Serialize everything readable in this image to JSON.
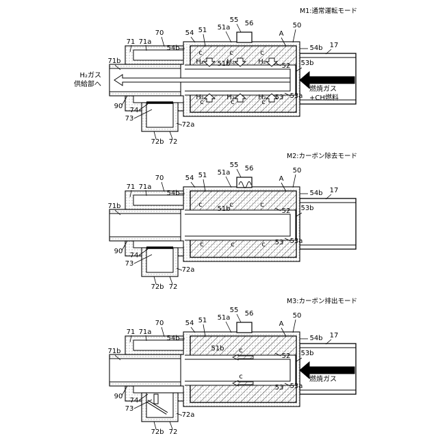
{
  "panels": [
    {
      "mode_title": "M1:通常運転モード",
      "labels": {
        "n55": "55",
        "n56": "56",
        "n51a": "51a",
        "n51": "51",
        "n54": "54",
        "n70": "70",
        "n71": "71",
        "n71a": "71a",
        "n54b_l": "54b",
        "nA": "A",
        "n50": "50",
        "n54b_r": "54b",
        "n17": "17",
        "n71b": "71b",
        "n51b": "51b",
        "n52": "52",
        "n53b": "53b",
        "n53": "53",
        "n53a": "53a",
        "n90": "90",
        "n74": "74",
        "n73": "73",
        "n72a": "72a",
        "n72b": "72b",
        "n72": "72"
      },
      "outlet_label": "H₂ガス\n供給部へ",
      "inlet_label": "燃焼ガス\n+CH燃料",
      "flow": "inflow-and-outflow",
      "internal_marks": "carbon-and-hydrogen-release"
    },
    {
      "mode_title": "M2:カーボン除去モード",
      "labels": {
        "n55": "55",
        "n56": "56",
        "n51a": "51a",
        "n51": "51",
        "n54": "54",
        "n70": "70",
        "n71": "71",
        "n71a": "71a",
        "n54b_l": "54b",
        "nA": "A",
        "n50": "50",
        "n54b_r": "54b",
        "n17": "17",
        "n71b": "71b",
        "n51b": "51b",
        "n52": "52",
        "n53b": "53b",
        "n53": "53",
        "n53a": "53a",
        "n90": "90",
        "n74": "74",
        "n73": "73",
        "n72a": "72a",
        "n72b": "72b",
        "n72": "72"
      },
      "outlet_label": "",
      "inlet_label": "",
      "flow": "none",
      "internal_marks": "carbon-only"
    },
    {
      "mode_title": "M3:カーボン排出モード",
      "labels": {
        "n55": "55",
        "n56": "56",
        "n51a": "51a",
        "n51": "51",
        "n54": "54",
        "n70": "70",
        "n71": "71",
        "n71a": "71a",
        "n54b_l": "54b",
        "nA": "A",
        "n50": "50",
        "n54b_r": "54b",
        "n17": "17",
        "n71b": "71b",
        "n51b": "51b",
        "n52": "52",
        "n53b": "53b",
        "n53": "53",
        "n53a": "53a",
        "n90": "90",
        "n74": "74",
        "n73": "73",
        "n72a": "72a",
        "n72b": "72b",
        "n72": "72"
      },
      "outlet_label": "",
      "inlet_label": "燃焼ガス",
      "flow": "inflow-only",
      "internal_marks": "carbon-discharge"
    }
  ],
  "symbols": {
    "carbon": "c",
    "hydrogen": "H₂"
  },
  "icons": [
    "heater-wave-icon",
    "flap-valve-icon",
    "hollow-arrow-icon",
    "black-arrow-icon"
  ]
}
